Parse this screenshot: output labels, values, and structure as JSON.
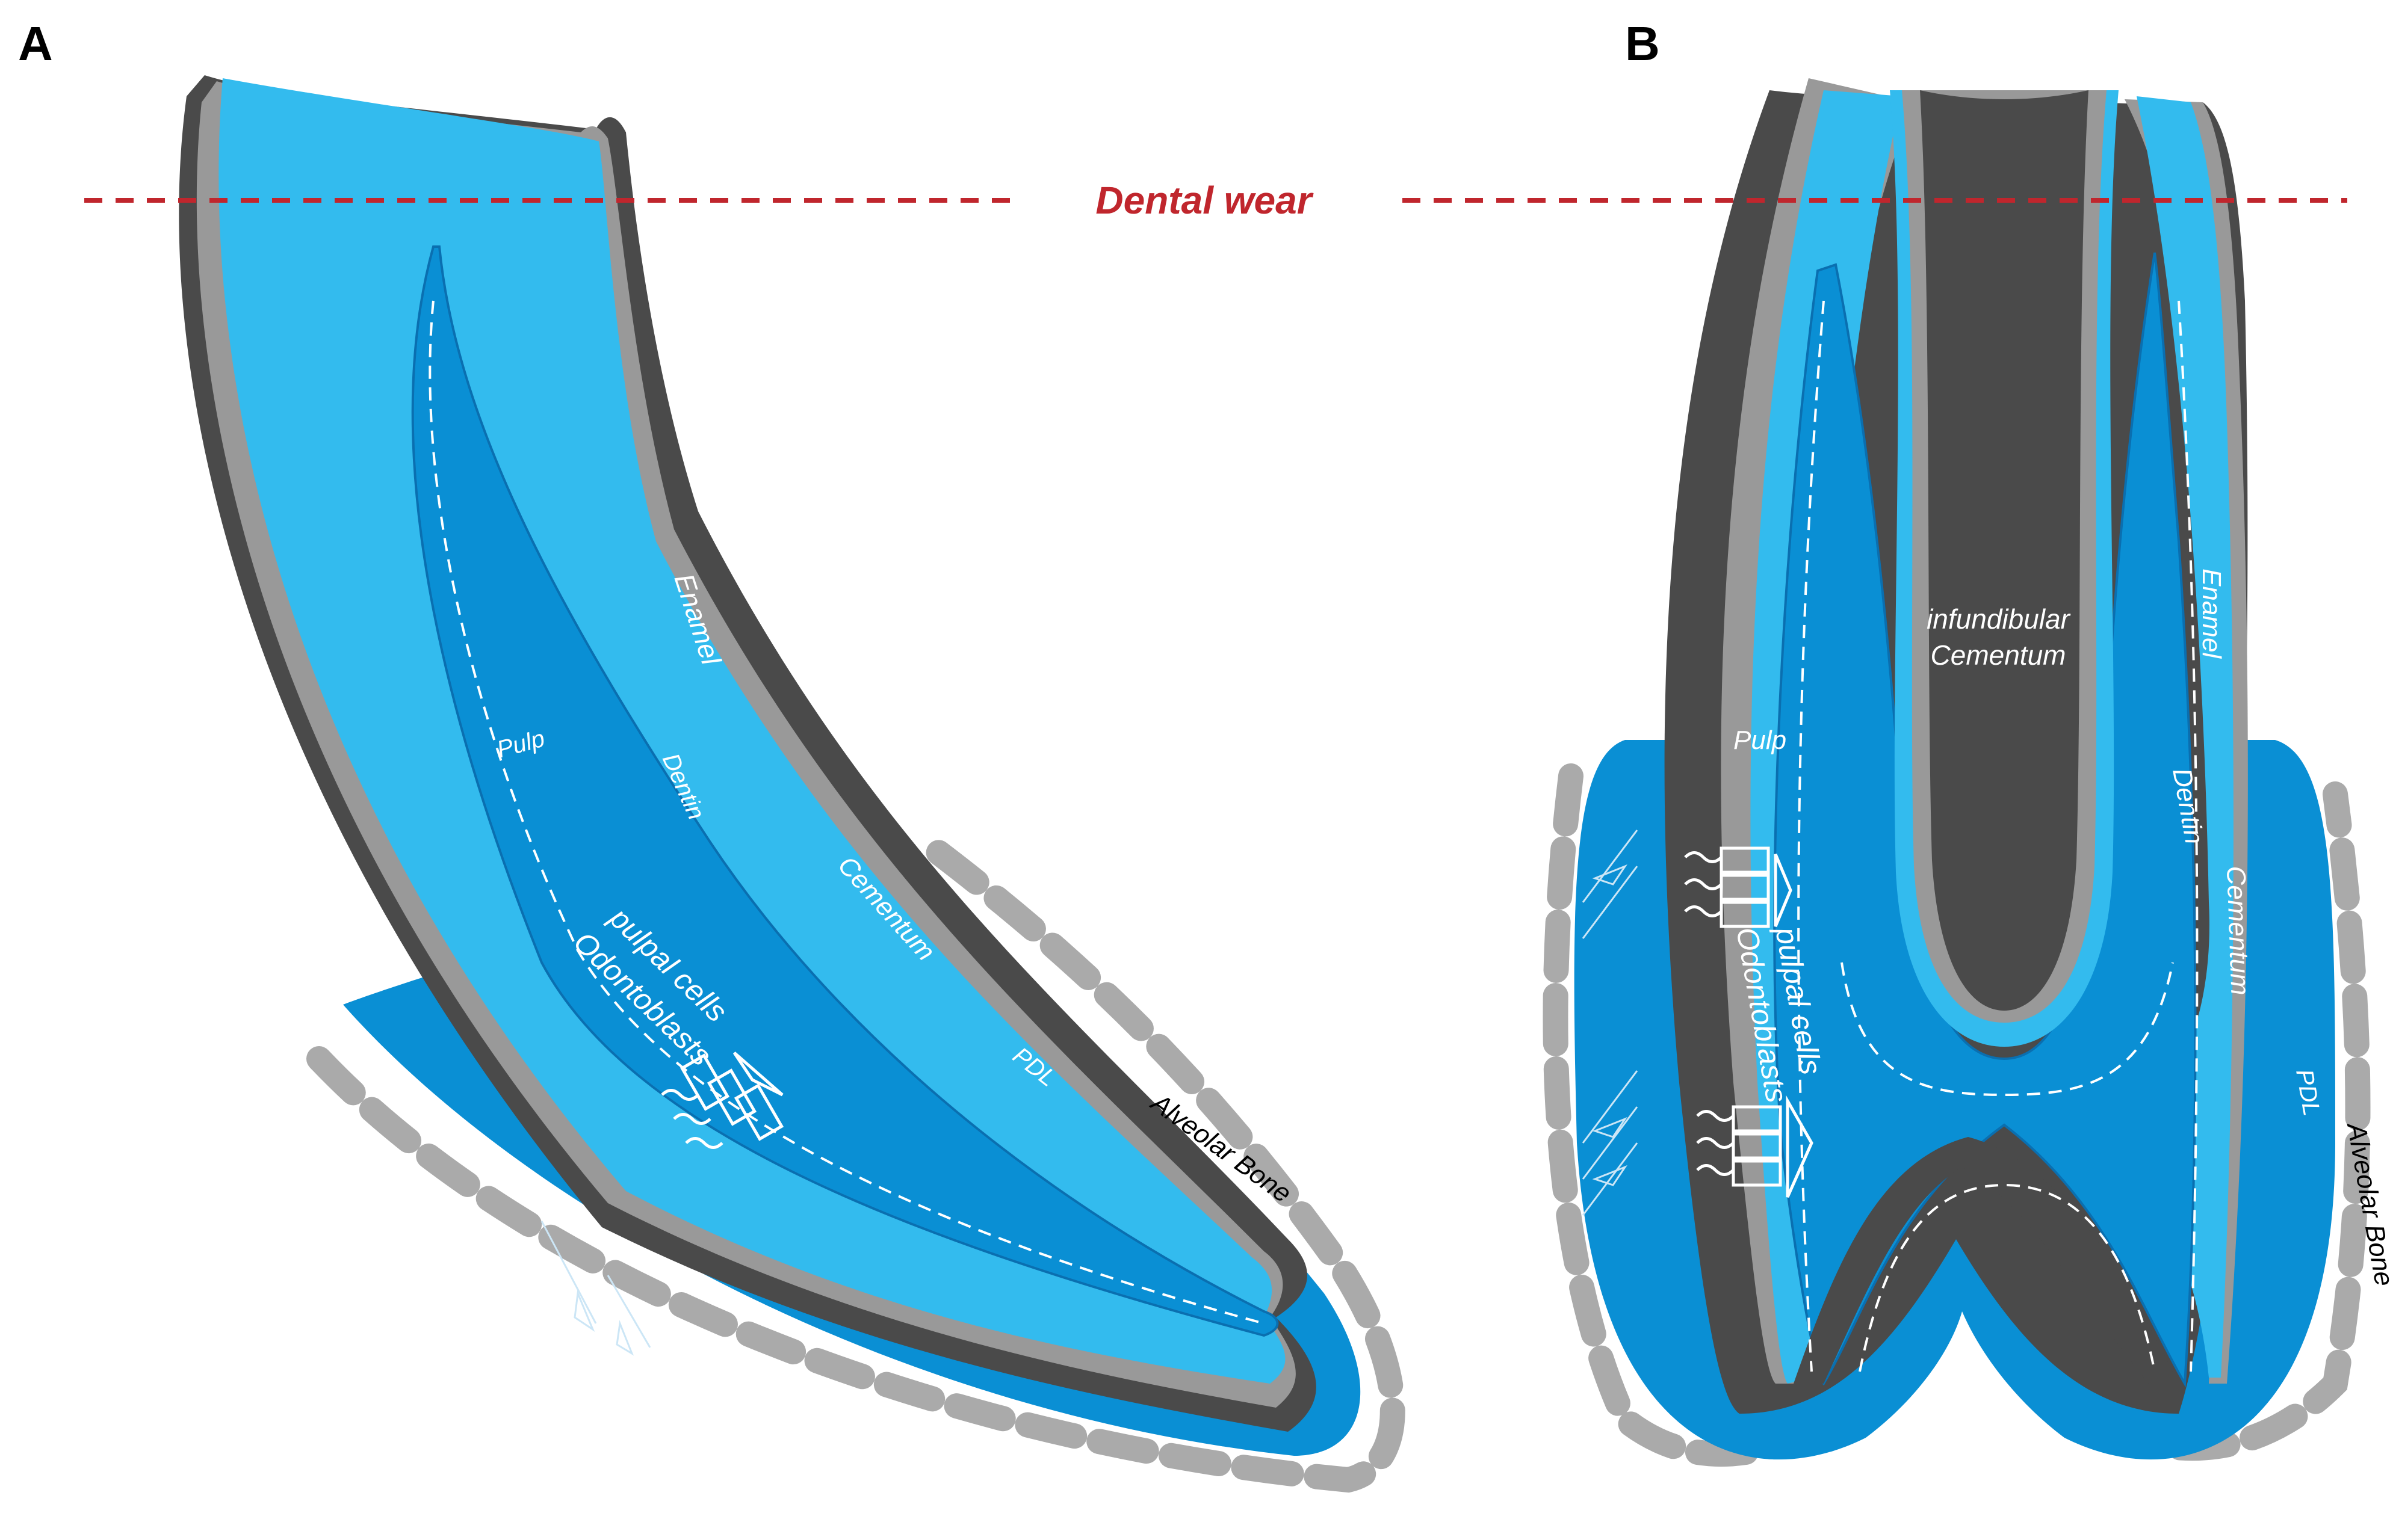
{
  "panels": [
    {
      "letter": "A",
      "labels": {
        "enamel": "Enamel",
        "dentin": "Dentin",
        "pulp": "Pulp",
        "cementum": "Cementum",
        "pdl": "PDL",
        "alveolar_bone": "Alveolar Bone",
        "pulpal_cells": "pulpal cells",
        "odontoblasts": "Odontoblasts"
      }
    },
    {
      "letter": "B",
      "labels": {
        "enamel": "Enamel",
        "dentin": "Dentin",
        "pulp": "Pulp",
        "cementum": "Cementum",
        "pdl": "PDL",
        "alveolar_bone": "Alveolar Bone",
        "pulpal_cells": "pulpal cells",
        "odontoblasts": "Odontoblasts",
        "infundibular_line1": "infundibular",
        "infundibular_line2": "Cementum"
      }
    }
  ],
  "wear_line_label": "Dental wear",
  "colors": {
    "dentin": "#33bbee",
    "pulp": "#0a8fd4",
    "pdl": "#0a8fd4",
    "enamel": "#999999",
    "cementum": "#4a4a4a",
    "bone": "#aaaaaa",
    "wear_line": "#c0262d",
    "cell_outline": "#ffffff"
  }
}
